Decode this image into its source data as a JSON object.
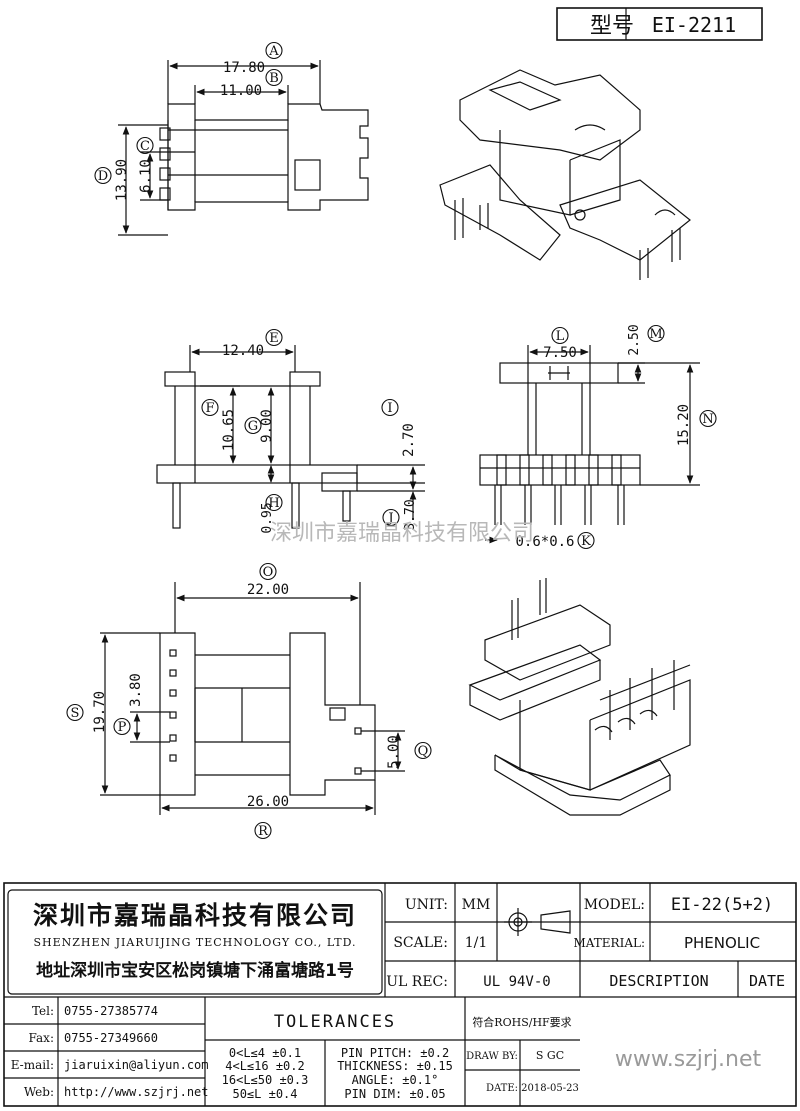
{
  "header": {
    "type_label": "型号",
    "model_no": "EI-2211"
  },
  "dimensions": {
    "top_view": {
      "A": "A",
      "A_val": "17.80",
      "B": "B",
      "B_val": "11.00",
      "C": "C",
      "C_val": "6.10",
      "D": "D",
      "D_val": "13.90"
    },
    "front_view": {
      "E": "E",
      "E_val": "12.40",
      "F": "F",
      "F_val": "10.65",
      "G": "G",
      "G_val": "9.00",
      "H": "H",
      "H_val": "0.95",
      "I": "I",
      "I_val": "2.70",
      "J": "J",
      "J_val": "3.70"
    },
    "side_view": {
      "L": "L",
      "L_val": "7.50",
      "M": "M",
      "M_val": "2.50",
      "N": "N",
      "N_val": "15.20",
      "K": "K",
      "K_val": "0.6*0.6"
    },
    "bottom_view": {
      "O": "O",
      "O_val": "22.00",
      "P": "P",
      "P_val": "3.80",
      "Q": "Q",
      "Q_val": "5.00",
      "R": "R",
      "R_val": "26.00",
      "S": "S",
      "S_val": "19.70"
    }
  },
  "watermark": "深圳市嘉瑞晶科技有限公司",
  "company": {
    "name_cn": "深圳市嘉瑞晶科技有限公司",
    "name_en": "SHENZHEN JIARUIJING TECHNOLOGY CO., LTD.",
    "address": "地址深圳市宝安区松岗镇塘下涌富塘路1号"
  },
  "title_block": {
    "unit_label": "UNIT:",
    "unit_value": "MM",
    "scale_label": "SCALE:",
    "scale_value": "1/1",
    "ul_label": "UL REC:",
    "ul_value": "UL 94V-0",
    "model_label": "MODEL:",
    "model_value": "EI-22(5+2)",
    "material_label": "MATERIAL:",
    "material_value": "PHENOLIC",
    "description_label": "DESCRIPTION",
    "date_label": "DATE"
  },
  "contact": {
    "tel_label": "Tel:",
    "tel": "0755-27385774",
    "fax_label": "Fax:",
    "fax": "0755-27349660",
    "email_label": "E-mail:",
    "email": "jiaruixin@aliyun.com",
    "web_label": "Web:",
    "web": "http://www.szjrj.net"
  },
  "tolerances": {
    "title": "TOLERANCES",
    "rohs": "符合ROHS/HF要求",
    "rows": [
      "0<L≤4 ±0.1",
      "4<L≤16 ±0.2",
      "16<L≤50 ±0.3",
      "50≤L ±0.4"
    ],
    "pin_rows": [
      "PIN PITCH: ±0.2",
      "THICKNESS: ±0.15",
      "ANGLE: ±0.1°",
      "PIN DIM: ±0.05"
    ],
    "drawn_label": "DRAW BY:",
    "drawn_value": "S GC",
    "date_label": "DATE:",
    "date_value": "2018-05-23",
    "website": "www.szjrj.net"
  }
}
